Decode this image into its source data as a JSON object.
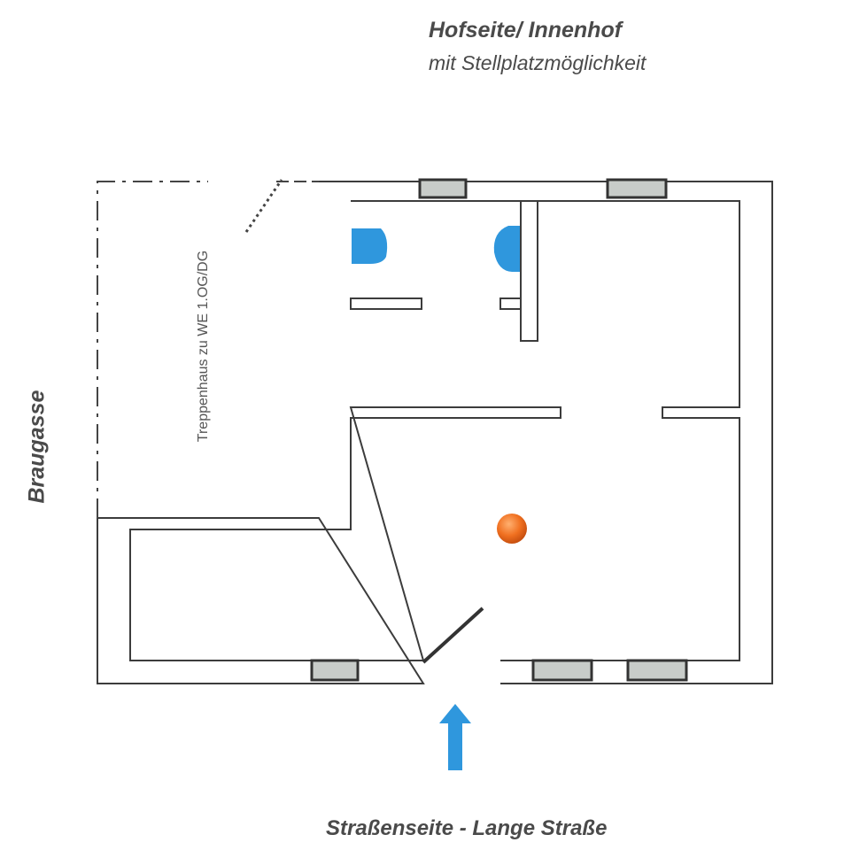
{
  "labels": {
    "courtyard_title": "Hofseite/ Innenhof",
    "courtyard_subtitle": "mit Stellplatzmöglichkeit",
    "street_side": "Straßenseite - Lange Straße",
    "side_street": "Braugasse",
    "stairwell": "Treppenhaus zu WE 1.OG/DG"
  },
  "colors": {
    "wall_stroke": "#3c3c3c",
    "window_fill": "#c8ccc9",
    "window_stroke": "#333333",
    "fixture": "#2f97dd",
    "arrow": "#2f97dd",
    "marker": "#f07020",
    "door": "#333333"
  },
  "icons": {
    "entrance_arrow": "arrow-up-icon",
    "position_marker": "orange-dot-icon",
    "fixture_left": "sink-icon",
    "fixture_right": "toilet-icon"
  }
}
